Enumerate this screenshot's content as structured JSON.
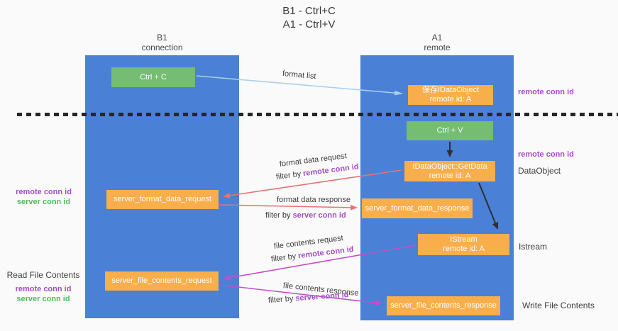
{
  "title": {
    "line1": "B1 - Ctrl+C",
    "line2": "A1 - Ctrl+V"
  },
  "lanes": {
    "left": {
      "title": "B1",
      "subtitle": "connection"
    },
    "right": {
      "title": "A1",
      "subtitle": "remote"
    }
  },
  "boxes": {
    "ctrl_c": {
      "label": "Ctrl + C"
    },
    "save_idataobject": {
      "line1": "保存IDataObject",
      "line2": "remote id: A"
    },
    "ctrl_v": {
      "label": "Ctrl + V"
    },
    "getdata": {
      "line1": "IDataObject::GetData",
      "line2": "remote id: A"
    },
    "server_format_data_request": {
      "label": "server_format_data_request"
    },
    "server_format_data_response": {
      "label": "server_format_data_response"
    },
    "istream": {
      "line1": "IStream",
      "line2": "remote id: A"
    },
    "server_file_contents_request": {
      "label": "server_file_contents_request"
    },
    "server_file_contents_response": {
      "label": "server_file_contents_response"
    }
  },
  "arrow_labels": {
    "format_list": "format list",
    "format_data_request": "format data request",
    "format_data_response": "format data response",
    "file_contents_request": "file contents request",
    "file_contents_response": "file contents response",
    "filter_by": "filter by",
    "remote_conn_id": "remote conn id",
    "server_conn_id": "server conn id"
  },
  "side_labels": {
    "left": {
      "remote_conn_id": "remote conn id",
      "server_conn_id": "server conn id",
      "read_file_contents": "Read File Contents"
    },
    "right": {
      "remote_conn_id_top": "remote conn id",
      "remote_conn_id_mid": "remote conn id",
      "dataobject": "DataObject",
      "istream": "Istream",
      "write_file_contents": "Write File Contents"
    }
  },
  "colors": {
    "background": "#fafafa",
    "lane_blue": "#4a80d5",
    "box_orange": "#f9ae4c",
    "box_green": "#74bd72",
    "arrow_red": "#e8736f",
    "arrow_magenta": "#c44fc9",
    "arrow_light_blue": "#a9cfee",
    "arrow_black": "#2f2f2f",
    "label_purple": "#a34fc6",
    "label_green": "#55b85c"
  }
}
